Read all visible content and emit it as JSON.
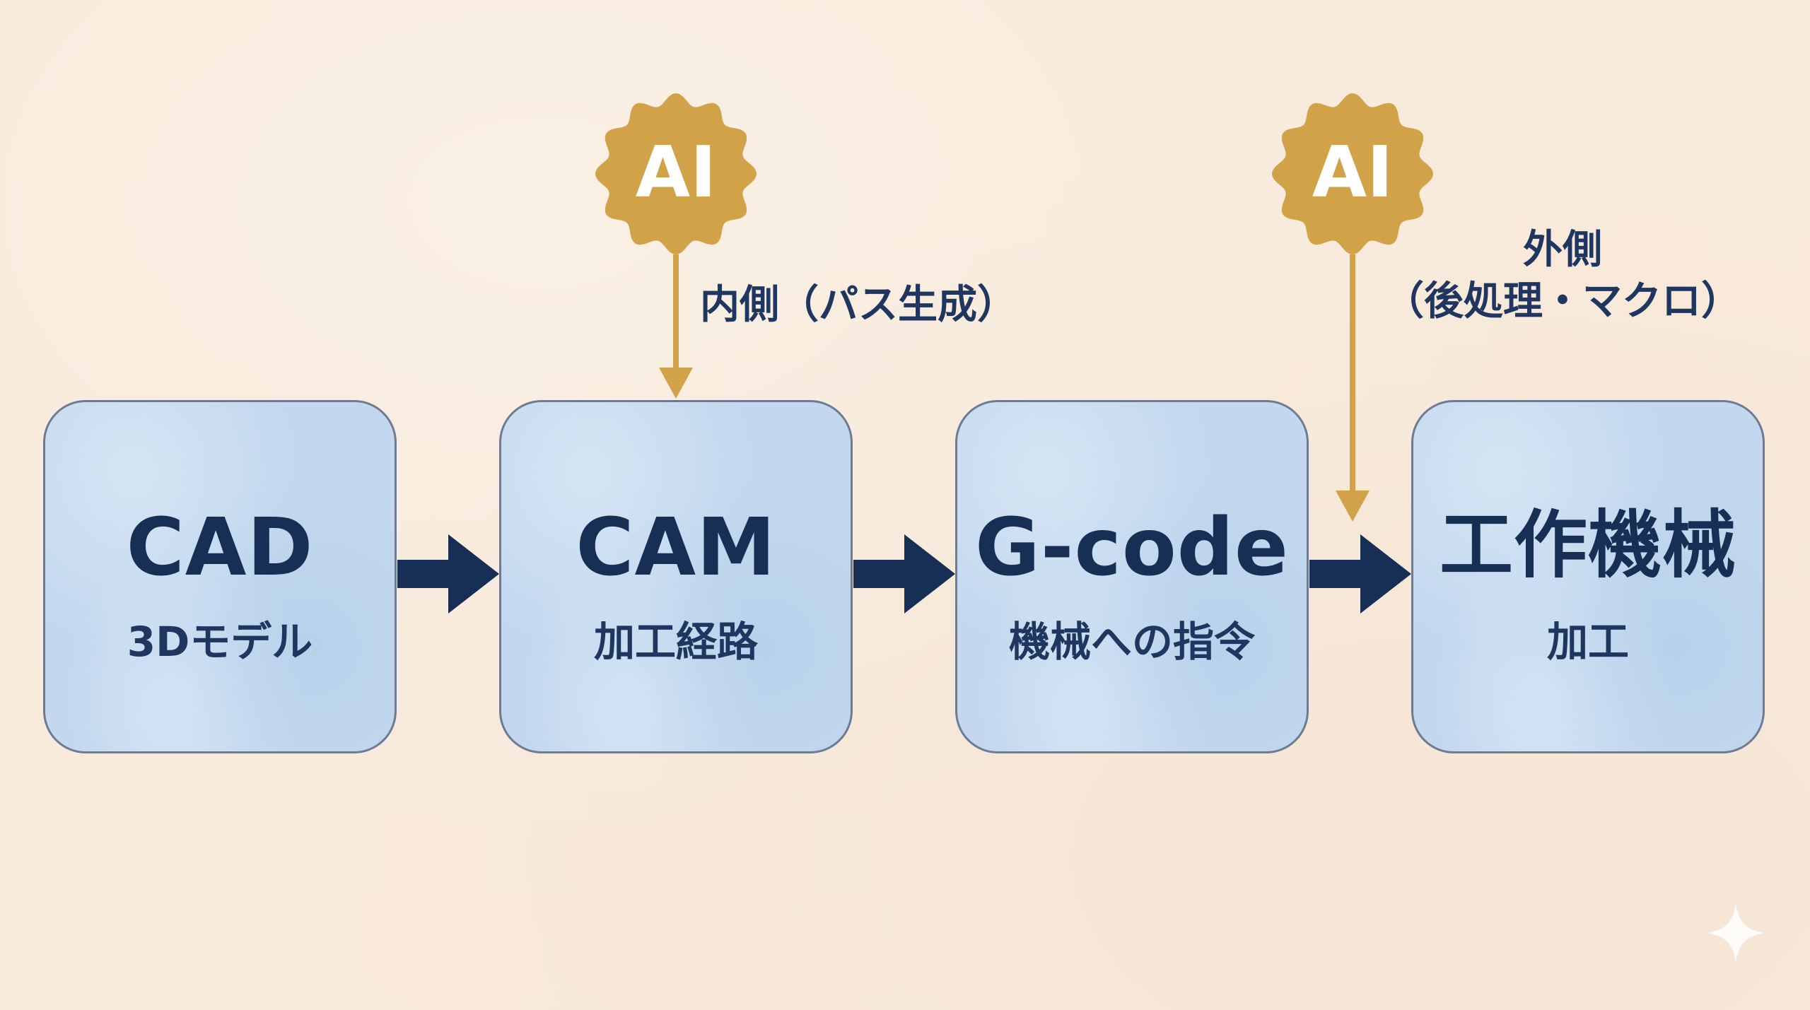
{
  "colors": {
    "background": "#f8eadb",
    "box_fill": "#c3d8ee",
    "box_border": "#6e7b93",
    "navy": "#172e55",
    "gold": "#d1a248",
    "ai_text": "#ffffff"
  },
  "diagram": {
    "boxes": [
      {
        "title": "CAD",
        "subtitle": "3Dモデル"
      },
      {
        "title": "CAM",
        "subtitle": "加工経路"
      },
      {
        "title": "G-code",
        "subtitle": "機械への指令"
      },
      {
        "title": "工作機械",
        "subtitle": "加工"
      }
    ],
    "ai_badges": [
      {
        "label": "AI",
        "note_lines": [
          "内側（パス生成）"
        ]
      },
      {
        "label": "AI",
        "note_lines": [
          "外側",
          "（後処理・マクロ）"
        ]
      }
    ],
    "flow_arrow_icon": "right-arrow-icon",
    "ai_arrow_icon": "down-arrow-icon",
    "corner_icon": "sparkle-icon"
  }
}
